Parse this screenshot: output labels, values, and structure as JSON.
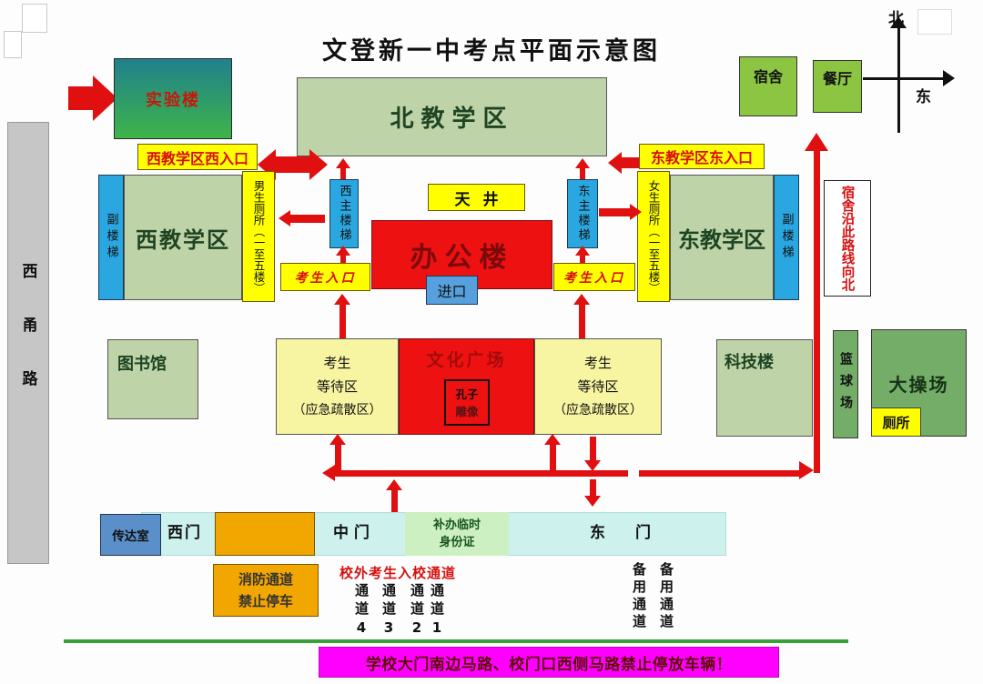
{
  "title": "文登新一中考点平面示意图",
  "compass": {
    "north": "北",
    "east": "东"
  },
  "west_road": "西甬路",
  "buildings": {
    "lab": "实验楼",
    "north_teaching": "北教学区",
    "dorm": "宿舍",
    "canteen": "餐厅",
    "west_teaching": "西教学区",
    "east_teaching": "东教学区",
    "aux_stair": "副楼梯",
    "boys_toilet": "男生厕所（一至五楼）",
    "girls_toilet": "女生厕所（一至五楼）",
    "west_main_stair": "西主楼梯",
    "east_main_stair": "东主楼梯",
    "courtyard": "天井",
    "office": "办公楼",
    "office_entrance": "进口",
    "library": "图书馆",
    "science": "科技楼",
    "basketball": "篮球场",
    "playground": "大操场",
    "playground_toilet": "厕所",
    "reception": "传达室"
  },
  "labels": {
    "west_entrance": "西教学区西入口",
    "east_entrance": "东教学区东入口",
    "candidate_entrance": "考生入口",
    "plaza": "文化广场",
    "statue_line1": "孔子",
    "statue_line2": "雕像",
    "waiting_line1": "考生",
    "waiting_line2": "等待区",
    "waiting_line3": "（应急疏散区）",
    "route_to_dorm": "宿舍沿此路线向北",
    "west_gate": "西门",
    "middle_gate": "中 门",
    "east_gate": "东　门",
    "temp_id_line1": "补办临时",
    "temp_id_line2": "身份证",
    "fire_line1": "消防通道",
    "fire_line2": "禁止停车",
    "outside_channel": "校外考生入校通道",
    "channel_4": "通道4",
    "channel_3": "通道3",
    "channel_2": "通道2",
    "channel_1": "通道1",
    "backup_channel": "备用通道",
    "banner": "学校大门南边马路、校门口西侧马路禁止停放车辆！"
  },
  "colors": {
    "arrow_red": "#e01010",
    "yellow": "#ffff00",
    "light_green": "#bed3a8",
    "bright_green": "#8cc542",
    "mid_green": "#74ad67",
    "blue": "#2aa7e0",
    "cyan_band": "#cdf2ee",
    "orange": "#f2a600",
    "magenta": "#ff00ff",
    "road_gray": "#c6c6c6"
  }
}
